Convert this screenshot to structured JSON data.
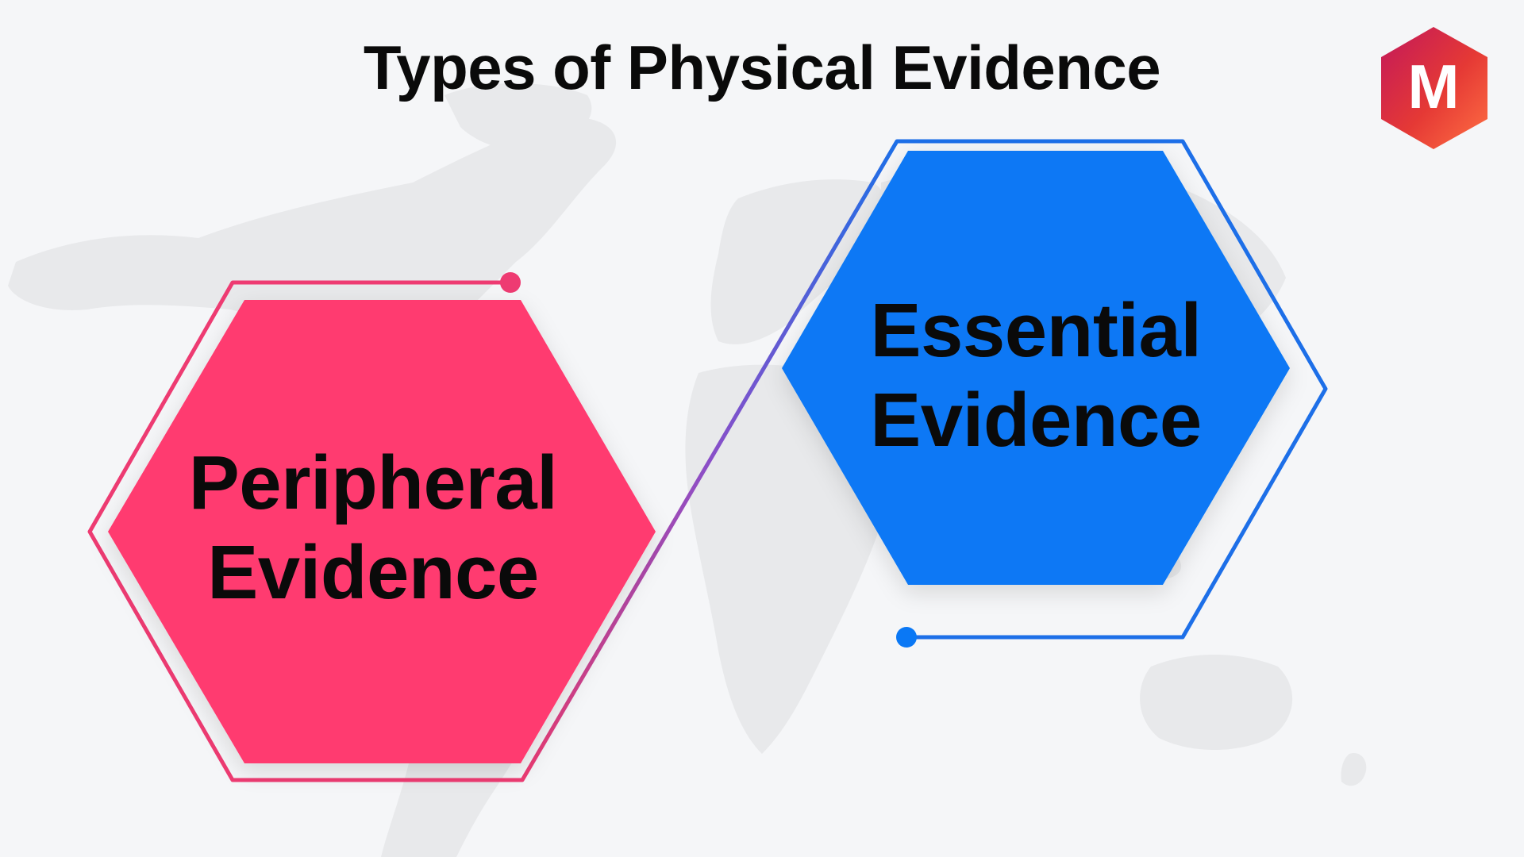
{
  "title": "Types of Physical Evidence",
  "logo": {
    "letter": "M",
    "colors": [
      "#c2185b",
      "#e53935",
      "#ff7043"
    ]
  },
  "items": [
    {
      "line1": "Peripheral",
      "line2": "Evidence",
      "fill_color": "#ff3b70",
      "outline_color": "#ee3b72"
    },
    {
      "line1": "Essential",
      "line2": "Evidence",
      "fill_color": "#0a78f5",
      "outline_color": "#1d6fe8"
    }
  ],
  "connector_gradient": [
    "#ee3b72",
    "#8a4fc8",
    "#1d6fe8"
  ],
  "background_color": "#f5f6f8",
  "map_color": "#e8e9eb"
}
